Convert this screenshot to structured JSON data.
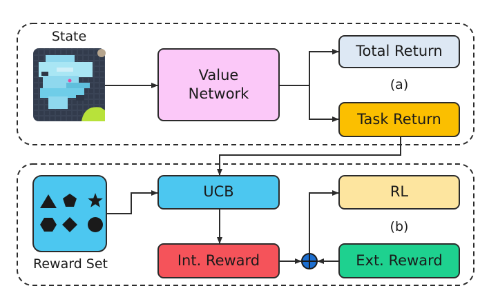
{
  "diagram": {
    "colors": {
      "value_network": "#fbc8f8",
      "total_return": "#dde8f4",
      "task_return": "#fbbf00",
      "ucb": "#4cc7f0",
      "reward_set": "#4cc7f0",
      "rl": "#fde59f",
      "int_reward": "#f5535a",
      "ext_reward": "#1ed18f",
      "sum_node": "#1d6fd0",
      "stroke": "#2b2b2b"
    },
    "top_panel": {
      "state_label": "State",
      "value_network": "Value\nNetwork",
      "total_return": "Total Return",
      "task_return": "Task Return",
      "tag": "(a)"
    },
    "bottom_panel": {
      "reward_set_label": "Reward Set",
      "reward_set_shapes": [
        "triangle",
        "pentagon",
        "star",
        "hexagon",
        "diamond",
        "circle"
      ],
      "ucb": "UCB",
      "rl": "RL",
      "int_reward": "Int. Reward",
      "ext_reward": "Ext. Reward",
      "tag": "(b)",
      "sum_node": "plus-circle-icon"
    }
  }
}
